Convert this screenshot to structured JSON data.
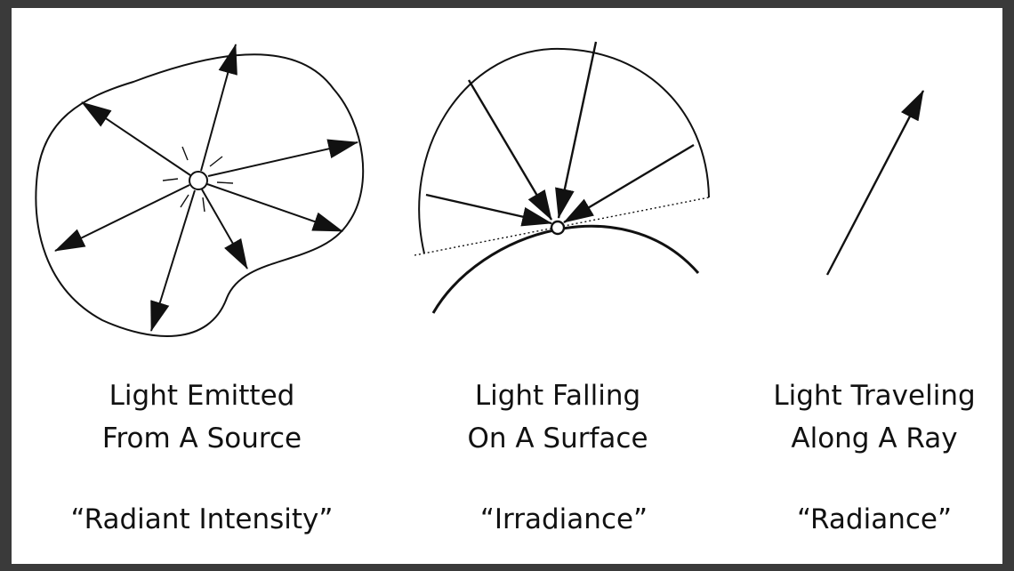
{
  "panels": [
    {
      "caption_line1": "Light Emitted",
      "caption_line2": "From A Source",
      "term": "“Radiant Intensity”"
    },
    {
      "caption_line1": "Light Falling",
      "caption_line2": "On A Surface",
      "term": "“Irradiance”"
    },
    {
      "caption_line1": "Light Traveling",
      "caption_line2": "Along A Ray",
      "term": "“Radiance”"
    }
  ],
  "colors": {
    "background": "#ffffff",
    "frame": "#3a3a3a",
    "ink": "#111111"
  }
}
